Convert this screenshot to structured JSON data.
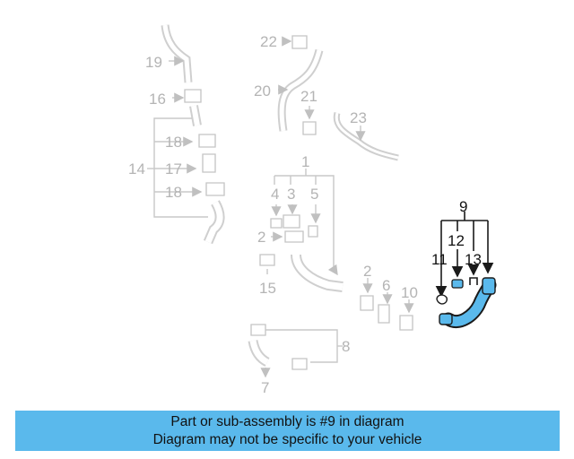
{
  "part_labels": {
    "p1": "1",
    "p2a": "2",
    "p2b": "2",
    "p3": "3",
    "p4": "4",
    "p5": "5",
    "p6": "6",
    "p7": "7",
    "p8": "8",
    "p9": "9",
    "p10": "10",
    "p11": "11",
    "p12": "12",
    "p13": "13",
    "p14": "14",
    "p15": "15",
    "p16": "16",
    "p17": "17",
    "p18a": "18",
    "p18b": "18",
    "p19": "19",
    "p20": "20",
    "p21": "21",
    "p22": "22",
    "p23": "23"
  },
  "highlight_color": "#5ab9ec",
  "banner": {
    "line1": "Part or sub-assembly is #9 in diagram",
    "line2": "Diagram may not be specific to your vehicle"
  }
}
